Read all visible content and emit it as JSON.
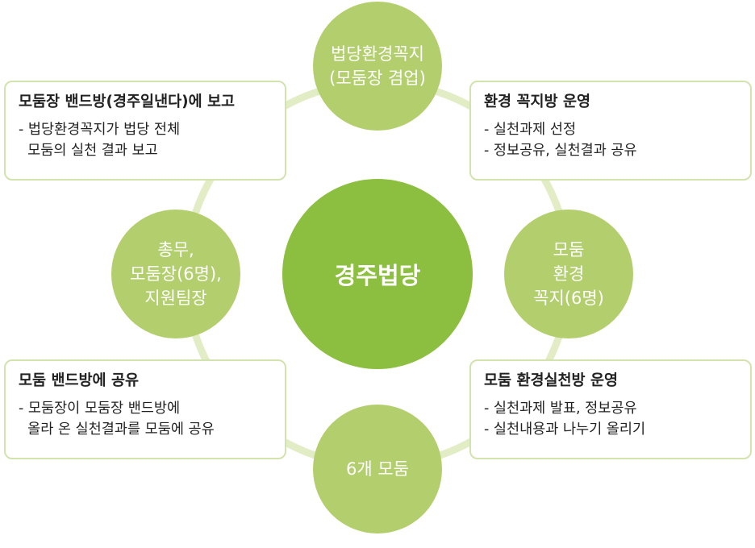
{
  "center": {
    "label": "경주법당"
  },
  "nodes": {
    "top": [
      "법당환경꼭지",
      "(모둠장 겸업)"
    ],
    "right": [
      "모둠",
      "환경",
      "꼭지(6명)"
    ],
    "bottom": [
      "6개 모둠"
    ],
    "left": [
      "총무,",
      "모둠장(6명),",
      "지원팀장"
    ]
  },
  "boxes": {
    "top_left": {
      "title": "모둠장 밴드방(경주일낸다)에 보고",
      "lines": [
        "- 법당환경꼭지가 법당 전체",
        "  모둠의 실천 결과 보고"
      ]
    },
    "top_right": {
      "title": "환경 꼭지방 운영",
      "lines": [
        "- 실천과제 선정",
        "- 정보공유, 실천결과 공유"
      ]
    },
    "bottom_left": {
      "title": "모둠 밴드방에 공유",
      "lines": [
        "- 모둠장이 모둠장 밴드방에",
        "  올라 온 실천결과를 모둠에 공유"
      ]
    },
    "bottom_right": {
      "title": "모둠 환경실천방 운영",
      "lines": [
        "- 실천과제 발표, 정보공유",
        "- 실천내용과 나누기 올리기"
      ]
    }
  },
  "colors": {
    "ring": "#e2edc6",
    "outer_circle": "#b3cf6d",
    "center_circle": "#8cbf3f",
    "box_border": "#d3e3ad"
  }
}
